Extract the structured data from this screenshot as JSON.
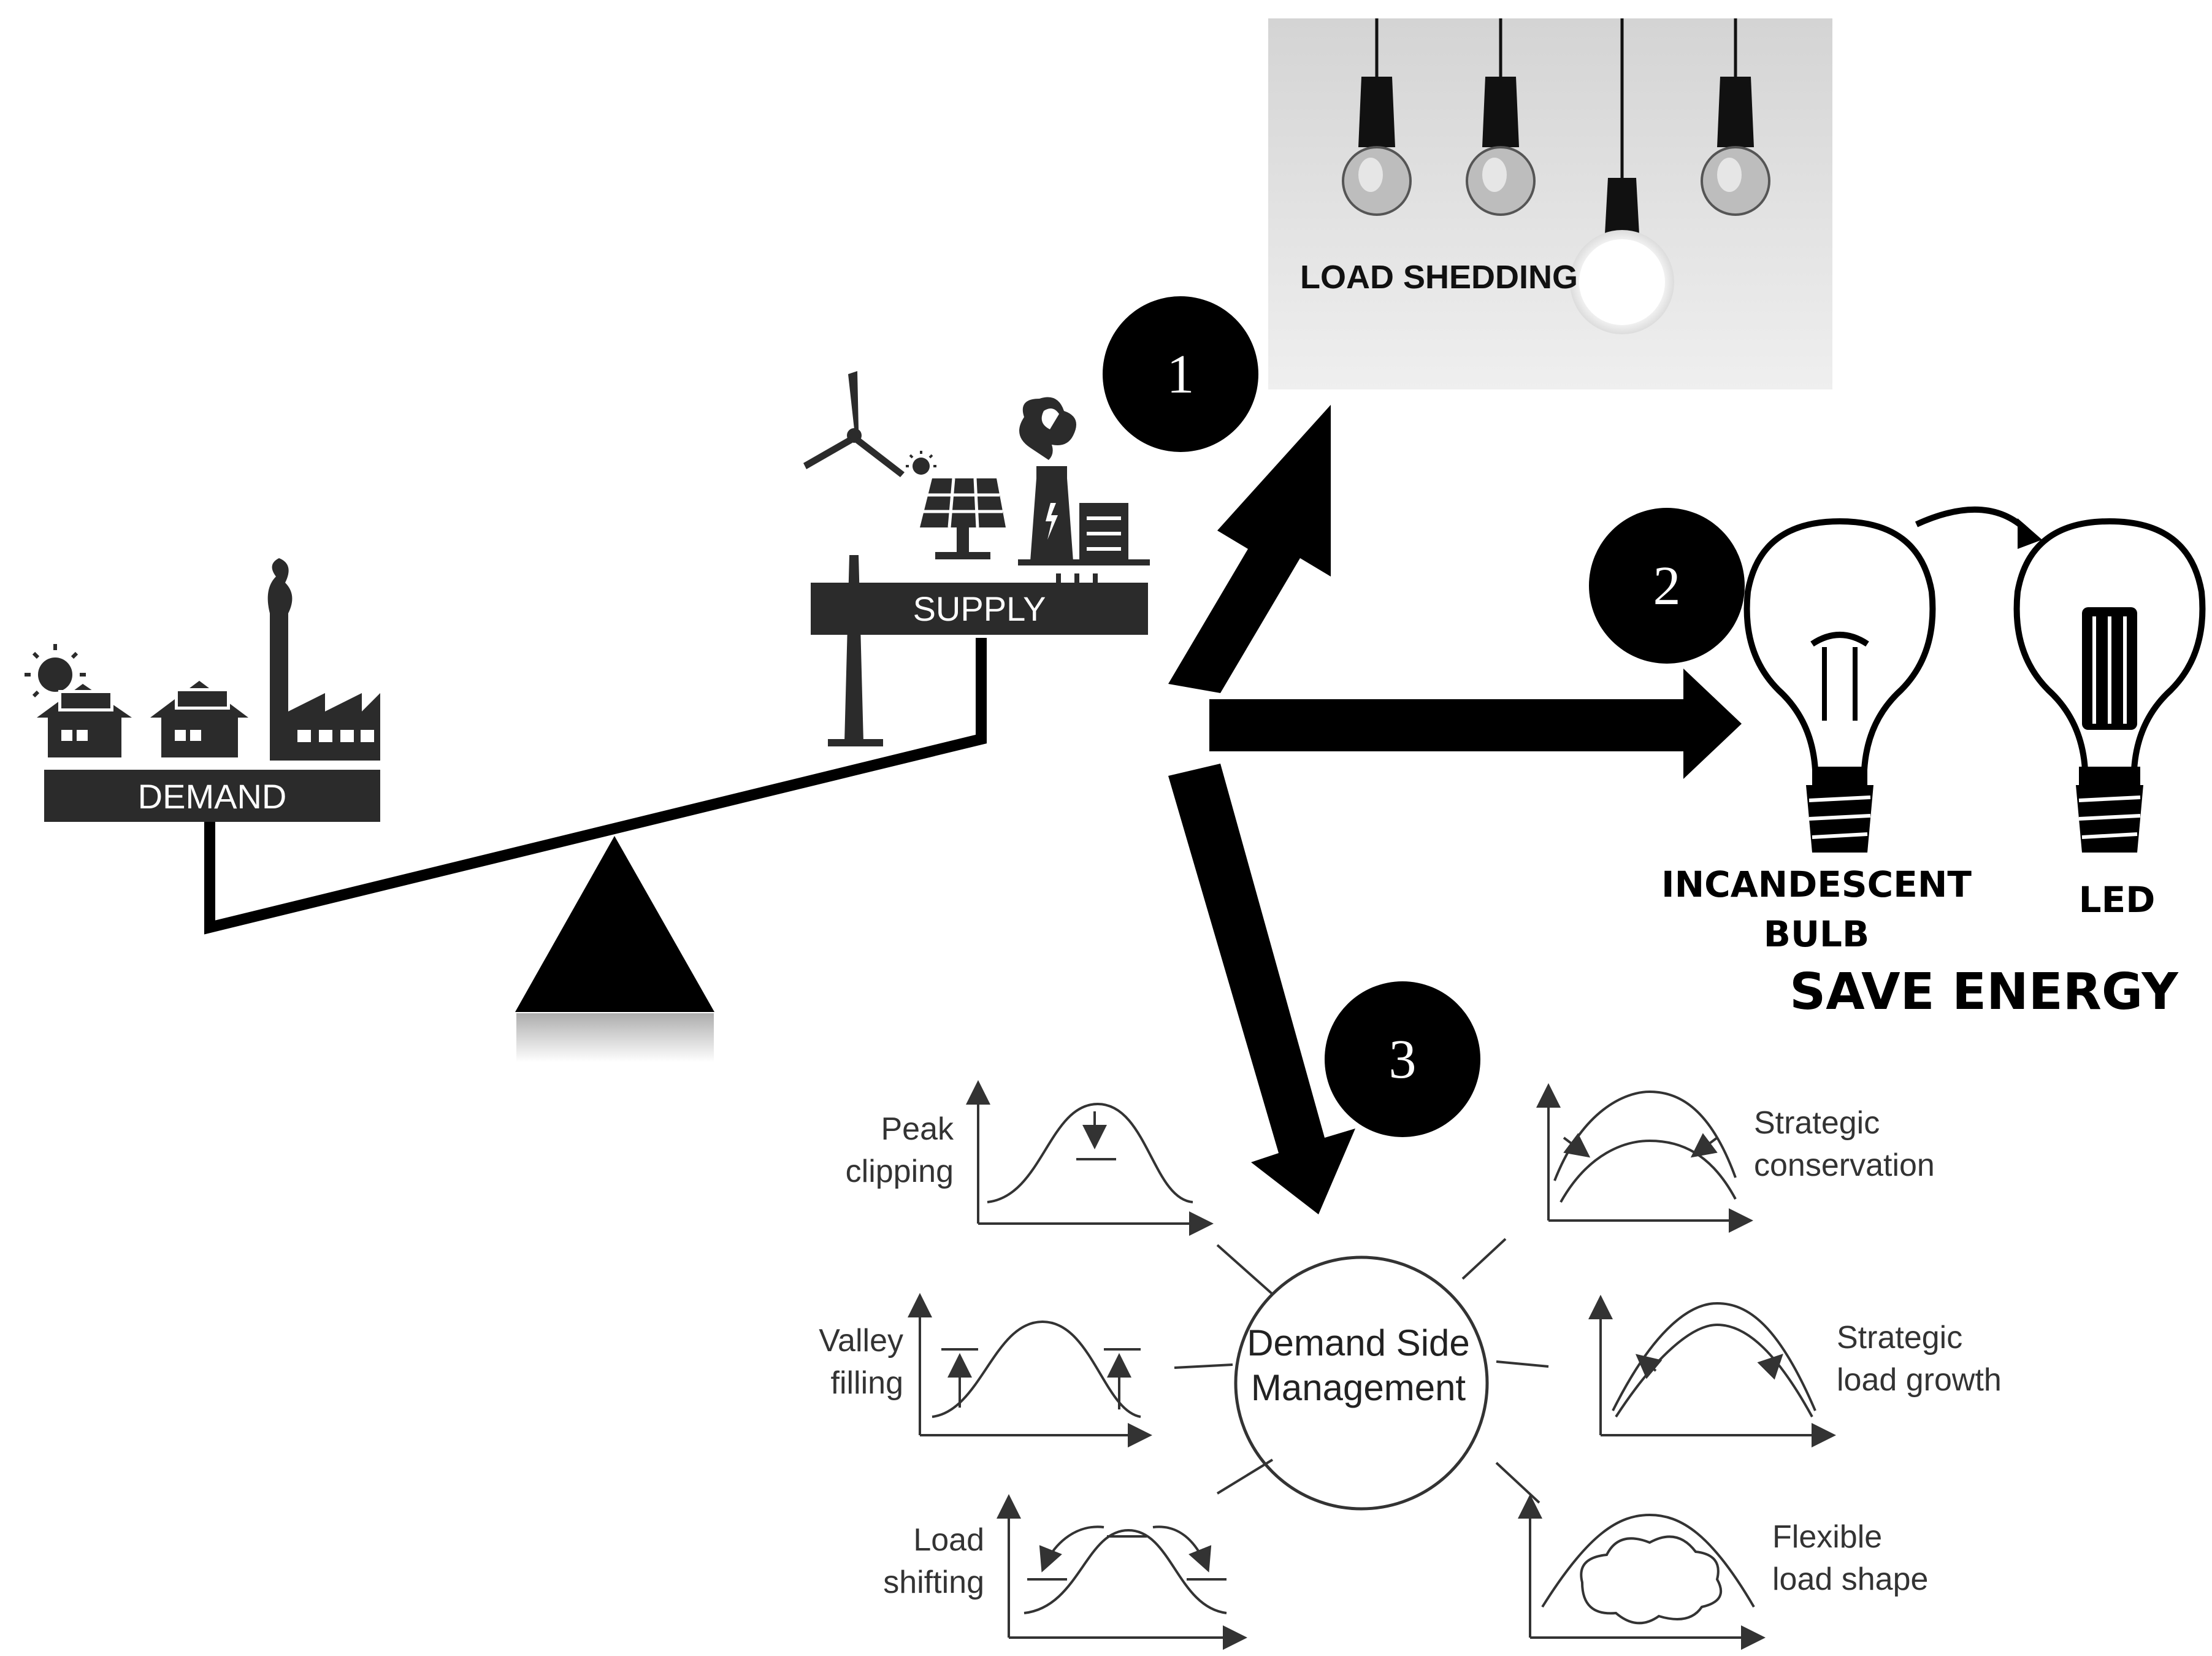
{
  "seesaw": {
    "demand_label": "DEMAND",
    "supply_label": "SUPPLY"
  },
  "steps": [
    {
      "number": "1"
    },
    {
      "number": "2"
    },
    {
      "number": "3"
    }
  ],
  "load_shedding": {
    "label": "LOAD SHEDDING"
  },
  "bulbs": {
    "incandescent_line1": "INCANDESCENT",
    "incandescent_line2": "BULB",
    "led": "LED",
    "save_energy": "SAVE ENERGY"
  },
  "dsm": {
    "center_line1": "Demand Side",
    "center_line2": "Management",
    "peak_clipping": [
      "Peak",
      "clipping"
    ],
    "valley_filling": [
      "Valley",
      "filling"
    ],
    "load_shifting": [
      "Load",
      "shifting"
    ],
    "strategic_conservation": [
      "Strategic",
      "conservation"
    ],
    "strategic_load_growth": [
      "Strategic",
      "load growth"
    ],
    "flexible_load_shape": [
      "Flexible",
      "load shape"
    ]
  },
  "colors": {
    "ink": "#000000",
    "bar": "#2b2b2b",
    "panel_bg": "#e8e8e8",
    "chart_line": "#333333"
  }
}
